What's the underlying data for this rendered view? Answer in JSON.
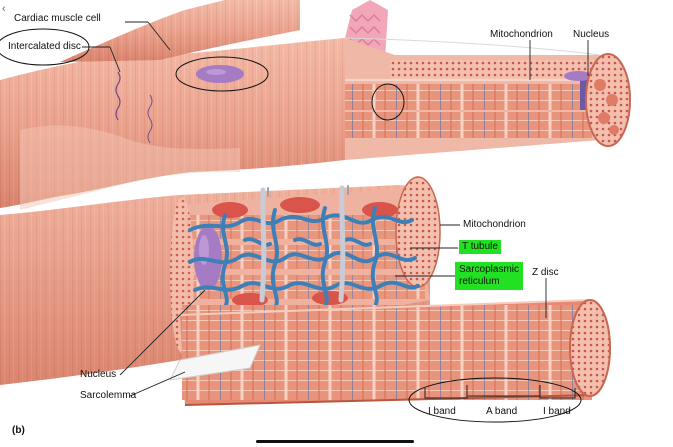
{
  "figure_panel": "(b)",
  "colors": {
    "muscle": "#e9a08a",
    "muscle_dark": "#c86752",
    "muscle_light": "#f4c4b2",
    "t_tubule": "#c9ccd6",
    "sarcoplasmic_reticulum": "#3f7fb8",
    "nucleus": "#a57bc4",
    "highlight": "#22e022"
  },
  "labels": {
    "cardiac_muscle_cell": "Cardiac muscle cell",
    "intercalated_disc": "Intercalated disc",
    "mitochondrion_top": "Mitochondrion",
    "nucleus_top": "Nucleus",
    "mitochondrion_mid": "Mitochondrion",
    "t_tubule": "T tubule",
    "sarcoplasmic_reticulum_1": "Sarcoplasmic",
    "sarcoplasmic_reticulum_2": "reticulum",
    "z_disc": "Z disc",
    "nucleus_bottom": "Nucleus",
    "sarcolemma": "Sarcolemma",
    "i_band_left": "I band",
    "a_band": "A band",
    "i_band_right": "I band"
  }
}
